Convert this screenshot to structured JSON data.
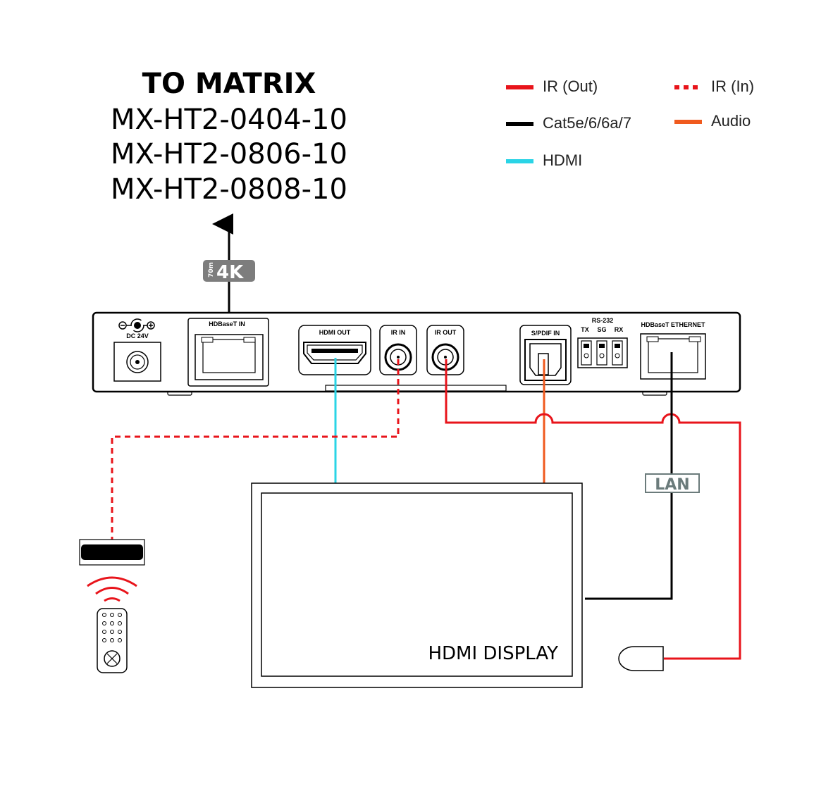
{
  "heading": {
    "title": "TO MATRIX",
    "models": [
      "MX-HT2-0404-10",
      "MX-HT2-0806-10",
      "MX-HT2-0808-10"
    ]
  },
  "legend": [
    {
      "label": "IR (Out)",
      "color": "#e8141b",
      "style": "solid"
    },
    {
      "label": "IR (In)",
      "color": "#e8141b",
      "style": "dashed"
    },
    {
      "label": "Cat5e/6/6a/7",
      "color": "#000000",
      "style": "solid"
    },
    {
      "label": "Audio",
      "color": "#f05a1e",
      "style": "solid"
    },
    {
      "label": "HDMI",
      "color": "#2ad4e6",
      "style": "solid"
    }
  ],
  "badge_4k": {
    "distance": "70m",
    "resolution": "4K"
  },
  "device": {
    "ports": {
      "dc": "DC 24V",
      "hdbaset_in": "HDBaseT IN",
      "hdmi_out": "HDMI OUT",
      "ir_in": "IR IN",
      "ir_out": "IR OUT",
      "spdif_in": "S/PDIF IN",
      "rs232": "RS-232",
      "rs232_tx": "TX",
      "rs232_sg": "SG",
      "rs232_rx": "RX",
      "hdbaset_ethernet": "HDBaseT ETHERNET"
    }
  },
  "lan_label": "LAN",
  "display_label": "HDMI DISPLAY"
}
